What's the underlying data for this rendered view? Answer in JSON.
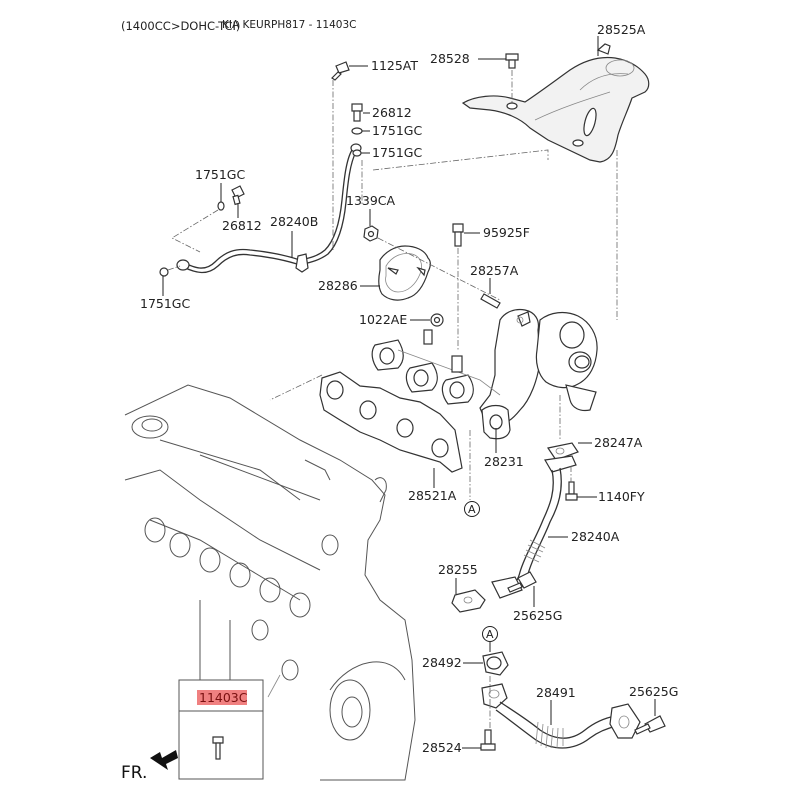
{
  "header": {
    "engine_spec": "(1400CC>DOHC-TCI)",
    "catalog_ref": "KIA KEURPH817 - 11403C"
  },
  "part_labels": {
    "p1125AT": "1125AT",
    "p26812_top": "26812",
    "p1751GC_a": "1751GC",
    "p1751GC_b": "1751GC",
    "p28528": "28528",
    "p28525A": "28525A",
    "p1751GC_left": "1751GC",
    "p26812_left": "26812",
    "p28240B": "28240B",
    "p1751GC_bottom": "1751GC",
    "p1339CA": "1339CA",
    "p95925F": "95925F",
    "p28286": "28286",
    "p28257A": "28257A",
    "p1022AE": "1022AE",
    "p28247A": "28247A",
    "p28231": "28231",
    "p1140FY": "1140FY",
    "p28521A": "28521A",
    "p28240A": "28240A",
    "p28255": "28255",
    "p25625G_a": "25625G",
    "p28492": "28492",
    "p28491": "28491",
    "p25625G_b": "25625G",
    "p28524": "28524"
  },
  "reference_markers": {
    "marker_top": "A",
    "marker_bottom": "A"
  },
  "callout_box": {
    "highlighted_part": "11403C",
    "highlight_color": "#f08080"
  },
  "orientation": {
    "front_label": "FR."
  }
}
